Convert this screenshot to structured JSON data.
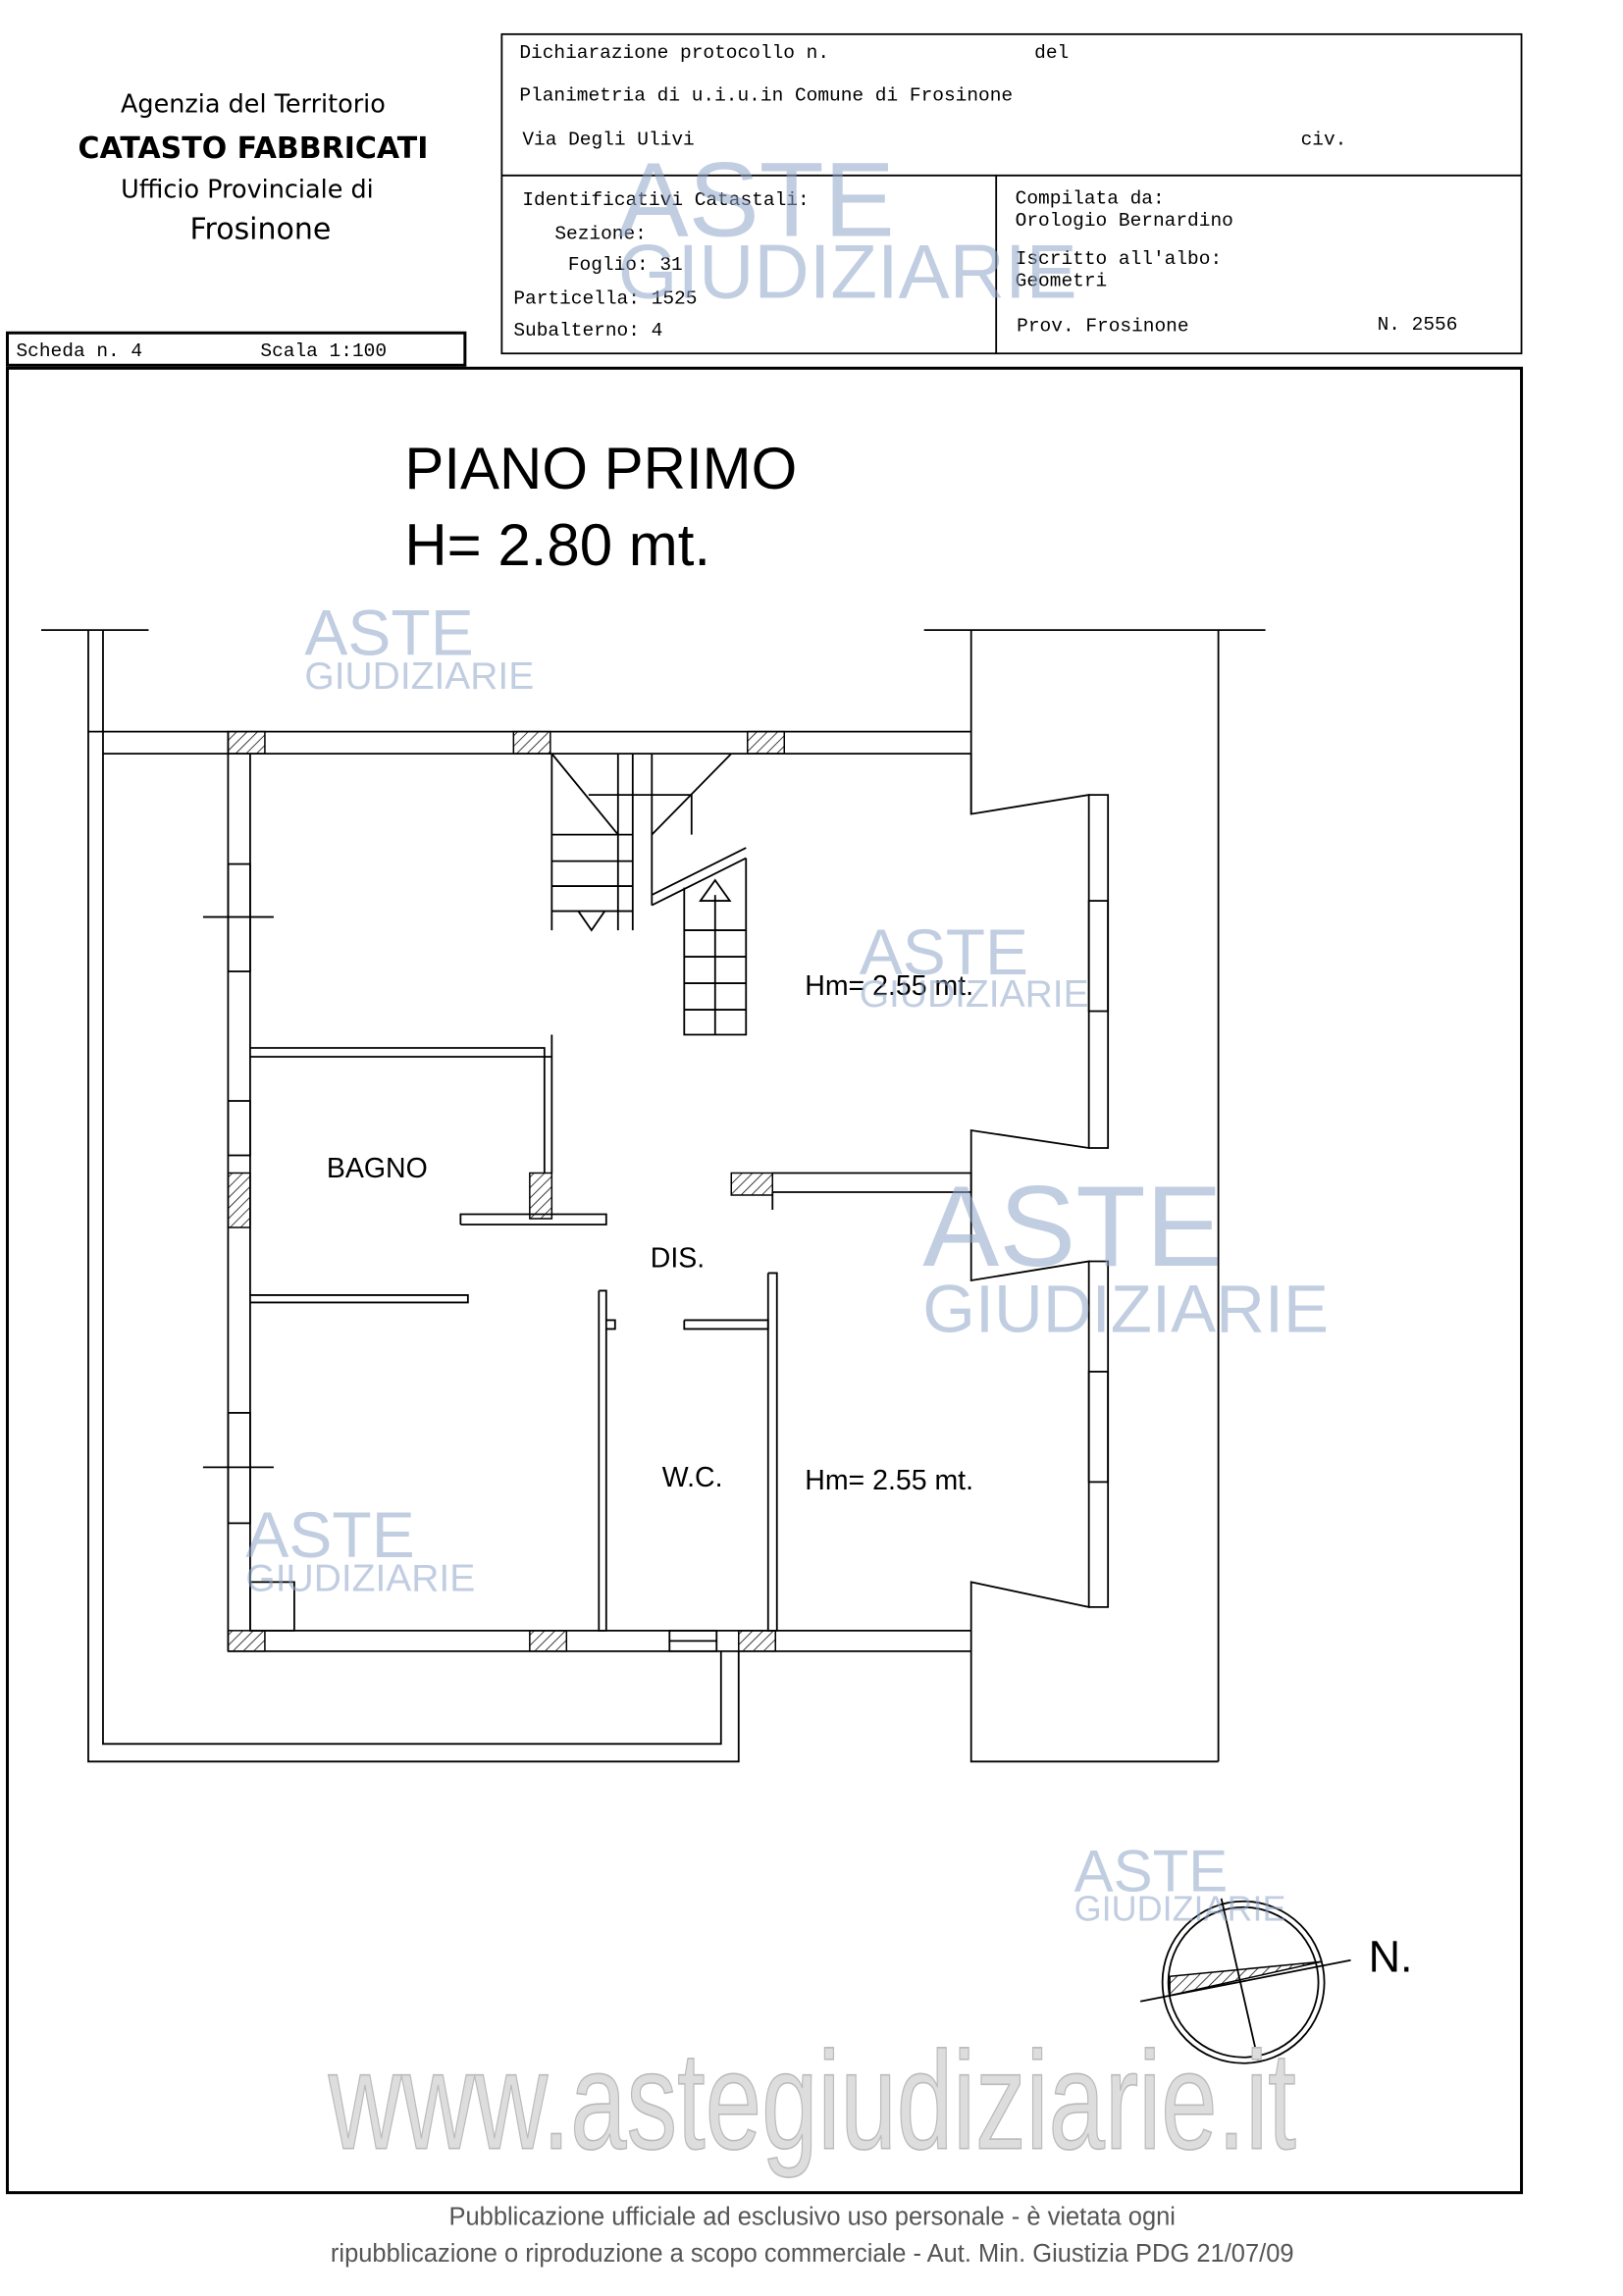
{
  "header": {
    "agency": "Agenzia del Territorio",
    "registry": "CATASTO FABBRICATI",
    "office": "Ufficio Provinciale di",
    "city": "Frosinone"
  },
  "declaration": {
    "protocol_label": "Dichiarazione protocollo n.",
    "date_label": "del",
    "plan_label": "Planimetria di u.i.u.in Comune di Frosinone",
    "address": "Via Degli Ulivi",
    "civic_label": "civ."
  },
  "identifiers": {
    "title": "Identificativi Catastali:",
    "sezione": "Sezione:",
    "foglio": "Foglio: 31",
    "particella": "Particella: 1525",
    "subalterno": "Subalterno: 4"
  },
  "compiler": {
    "label": "Compilata da:",
    "name": "Orologio Bernardino",
    "register_label": "Iscritto all'albo:",
    "register": "Geometri",
    "province": "Prov. Frosinone",
    "number": "N.  2556"
  },
  "sheet": {
    "scheda": "Scheda n. 4",
    "scale": "Scala 1:100"
  },
  "plan": {
    "floor": "PIANO PRIMO",
    "height": "H= 2.80 mt.",
    "rooms": {
      "bagno": "BAGNO",
      "dis": "DIS.",
      "wc": "W.C.",
      "hm_top": "Hm= 2.55 mt.",
      "hm_bottom": "Hm= 2.55 mt."
    },
    "north": "N."
  },
  "watermark": {
    "aste": "ASTE",
    "giudiziarie": "GIUDIZIARIE",
    "url": "www.astegiudiziarie.it"
  },
  "footer": {
    "line1": "Pubblicazione ufficiale ad esclusivo uso personale - è vietata ogni",
    "line2": "ripubblicazione o riproduzione a scopo commerciale - Aut. Min. Giustizia PDG 21/07/09"
  }
}
